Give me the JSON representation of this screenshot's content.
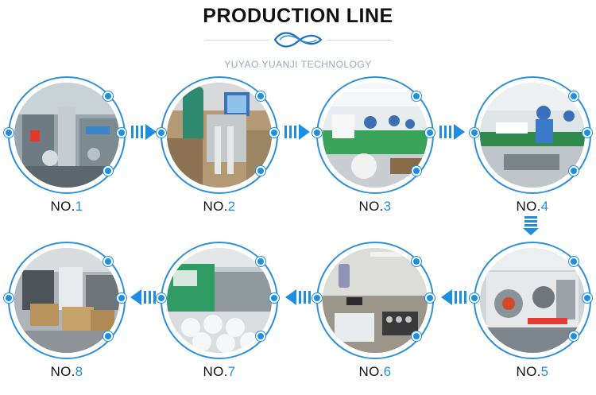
{
  "header": {
    "title": "PRODUCTION LINE",
    "subtitle": "YUYAO YUANJI TECHNOLOGY"
  },
  "colors": {
    "accent": "#1e8ee0",
    "ring": "#2f8fd8",
    "subtitle": "#9aa9bd",
    "text": "#111111"
  },
  "steps": [
    {
      "prefix": "NO.",
      "number": "1",
      "scene": "assembly-machines-photo"
    },
    {
      "prefix": "NO.",
      "number": "2",
      "scene": "automatic-filling-machine-photo"
    },
    {
      "prefix": "NO.",
      "number": "3",
      "scene": "workshop-workers-photo"
    },
    {
      "prefix": "NO.",
      "number": "4",
      "scene": "assembly-line-workers-photo"
    },
    {
      "prefix": "NO.",
      "number": "5",
      "scene": "printing-machine-photo"
    },
    {
      "prefix": "NO.",
      "number": "6",
      "scene": "quality-inspection-photo"
    },
    {
      "prefix": "NO.",
      "number": "7",
      "scene": "injection-molding-photo"
    },
    {
      "prefix": "NO.",
      "number": "8",
      "scene": "packing-warehouse-photo"
    }
  ],
  "icons": {
    "flow_arrow": "triple-chevron-arrow-icon",
    "emblem": "wave-emblem-icon"
  }
}
